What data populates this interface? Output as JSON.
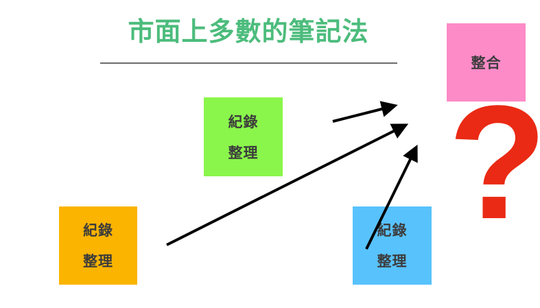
{
  "title": "市面上多數的筆記法",
  "colors": {
    "title": "#4cbc7c",
    "green_note": "#8af64b",
    "orange_note": "#fbb400",
    "blue_note": "#58c2fd",
    "pink_note": "#fc8bc8",
    "question_mark": "#ea2a14",
    "arrow": "#000000"
  },
  "notes": {
    "green": {
      "line1": "紀錄",
      "line2": "整理"
    },
    "orange": {
      "line1": "紀錄",
      "line2": "整理"
    },
    "blue": {
      "line1": "紀錄",
      "line2": "整理"
    },
    "pink": {
      "label": "整合"
    }
  },
  "question_mark": "?"
}
